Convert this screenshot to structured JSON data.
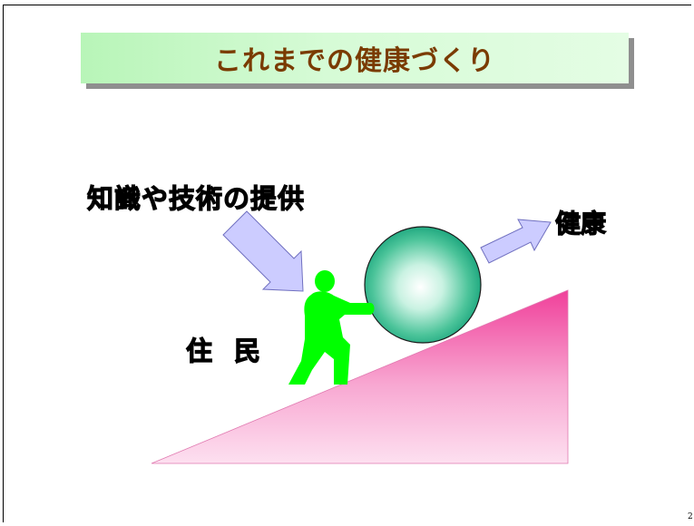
{
  "slide": {
    "title": "これまでの健康づくり",
    "labels": {
      "knowledge": "知識や技術の提供",
      "health": "健康",
      "residents": "住民"
    },
    "page_number": "2"
  },
  "colors": {
    "title_text": "#7a3b00",
    "title_background": "#d0f9d0",
    "slope_top": "#f0409a",
    "slope_bottom": "#fde0f0",
    "arrow_fill": "#ccccff",
    "arrow_stroke": "#7070c0",
    "figure": "#00ff00",
    "ball_center": "#ffffff",
    "ball_edge": "#16a27a"
  },
  "icons": {
    "figure": "person-pushing-icon",
    "ball": "sphere-icon",
    "arrows": "arrow-icon"
  }
}
